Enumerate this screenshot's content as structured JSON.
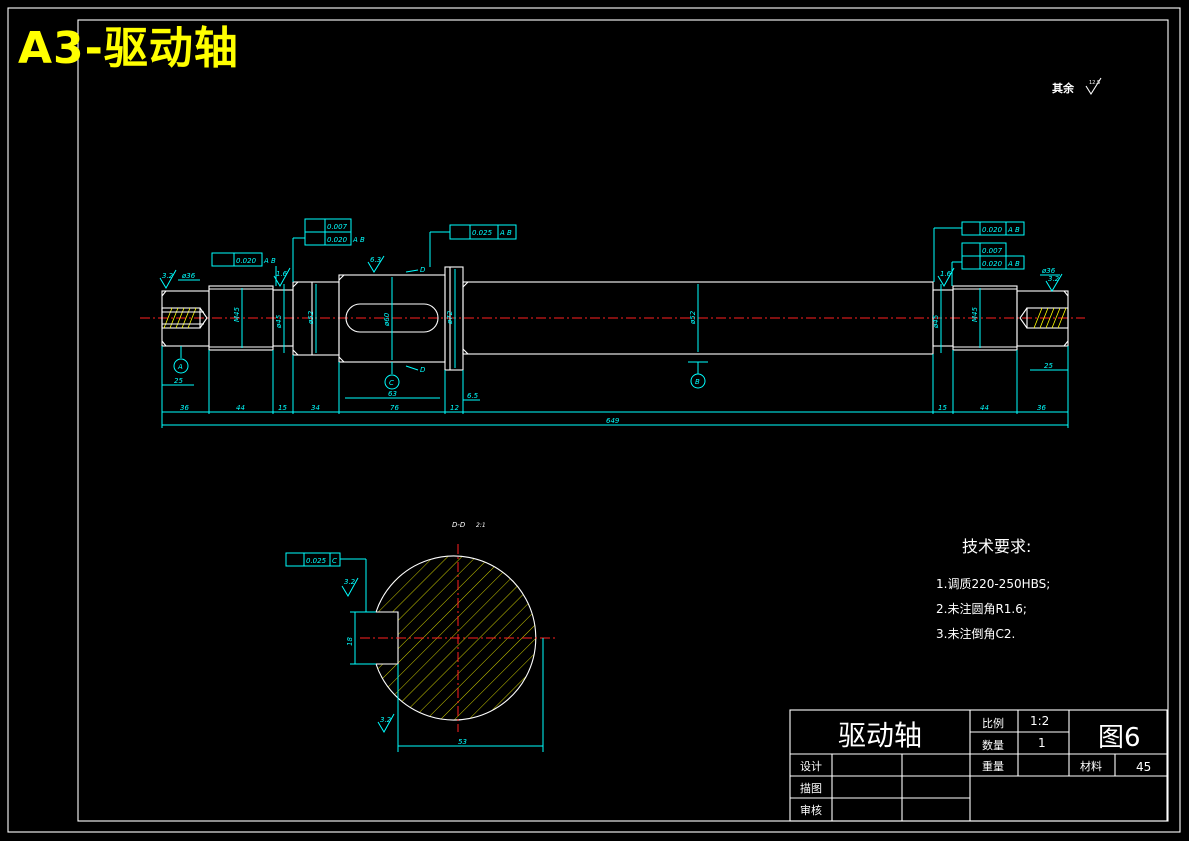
{
  "sheet_label": "A3-驱动轴",
  "roughness_note": "其余",
  "roughness_value": "12.5",
  "section_label": "D-D",
  "section_scale": "2:1",
  "tech_requirements": {
    "title": "技术要求:",
    "items": [
      "1.调质220-250HBS;",
      "2.未注圆角R1.6;",
      "3.未注倒角C2."
    ]
  },
  "title_block": {
    "part_name": "驱动轴",
    "scale_label": "比例",
    "scale_value": "1:2",
    "qty_label": "数量",
    "qty_value": "1",
    "drawing_no": "图6",
    "weight_label": "重量",
    "material_label": "材料",
    "material_value": "45",
    "design_label": "设计",
    "draw_label": "描图",
    "review_label": "审核"
  },
  "datums": [
    "A",
    "B",
    "C",
    "D"
  ],
  "fcf": {
    "top_left": "0.020",
    "mid_a": "0.007",
    "mid_b": "0.020",
    "center": "0.025",
    "right_a": "0.020",
    "right_b": "0.007",
    "right_c": "0.020",
    "section": "0.025",
    "ref_ab": "A B",
    "ref_c": "C"
  },
  "dims": {
    "d36": "36",
    "d44": "44",
    "d15": "15",
    "d34": "34",
    "d76": "76",
    "d12": "12",
    "d6_5": "6.5",
    "d649": "649",
    "d63": "63",
    "d25": "25",
    "dia36": "ø36",
    "dia72": "ø72",
    "dia52": "ø52",
    "m45": "M45",
    "dia52l": "ø52",
    "dia60": "ø60",
    "dia45": "ø45",
    "sec_53": "53",
    "sec_18": "18",
    "rough_32": "3.2",
    "rough_1_6": "1.6",
    "rough_0_8": "0.8",
    "rough_6_3": "6.3"
  }
}
